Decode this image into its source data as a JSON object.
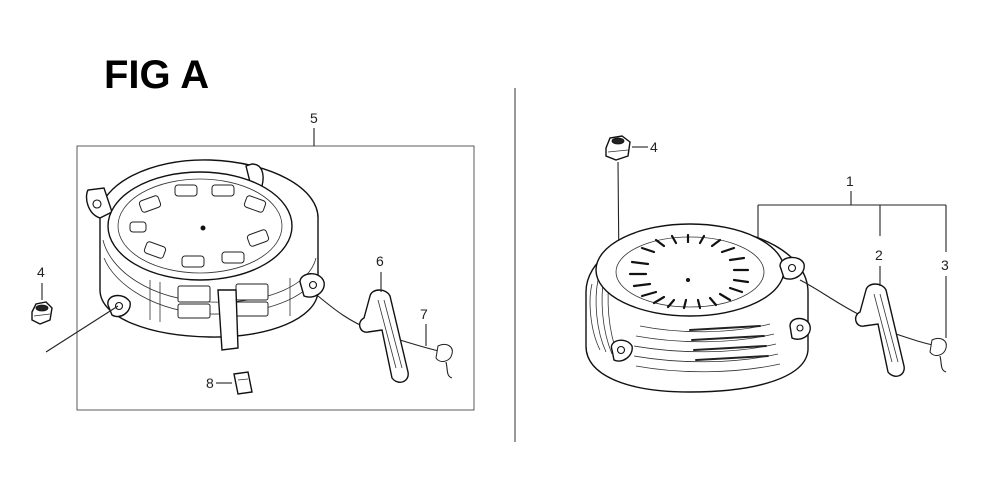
{
  "figure": {
    "title": "FIG A"
  },
  "callouts": {
    "left_assembly": "5",
    "left_nut": "4",
    "left_handle": "6",
    "left_rope": "7",
    "left_clip": "8",
    "right_assembly": "1",
    "right_nut": "4",
    "right_handle": "2",
    "right_rope": "3"
  }
}
